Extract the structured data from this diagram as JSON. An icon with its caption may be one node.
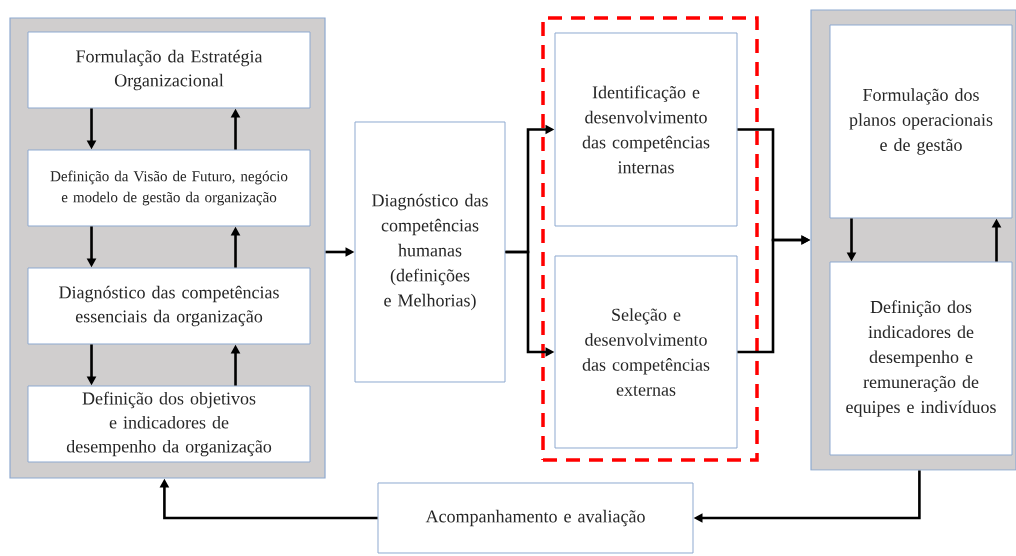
{
  "diagram": {
    "nodes": [
      {
        "text": [],
        "shape": "box"
      },
      {
        "text": [
          "Formulação da Estratégia Organizacional"
        ],
        "in": 0
      },
      {
        "text": [
          "Definição da Visão de Futuro, negócio e modelo de gestão da organização"
        ],
        "in": 0
      },
      {
        "text": [
          "Diagnóstico das competências essenciais da organização"
        ],
        "in": 0
      },
      {
        "text": [
          "Definição dos objetivos e indicadores de desempenho da organização"
        ],
        "in": 0
      },
      {
        "text": [
          "Diagnóstico das competências humanas (definições e Melhorias)"
        ]
      },
      {
        "text": [],
        "shape": "box"
      },
      {
        "text": [
          "Identificação e desenvolvimento das competências internas"
        ],
        "in": 6
      },
      {
        "text": [
          "Seleção e desenvolvimento das competências externas"
        ],
        "in": 6
      },
      {
        "text": [],
        "shape": "box"
      },
      {
        "text": [
          "Formulação dos planos operacionais e de gestão"
        ],
        "in": 9
      },
      {
        "text": [
          "Definição dos indicadores de desempenho e remuneração de equipes e indivíduos"
        ],
        "in": 9
      },
      {
        "text": [
          "Acompanhamento e avaliação"
        ]
      }
    ],
    "edges": [
      {
        "from": 1,
        "to": 2,
        "arrow": "to"
      },
      {
        "from": 2,
        "to": 1,
        "arrow": "to"
      },
      {
        "from": 2,
        "to": 3,
        "arrow": "to"
      },
      {
        "from": 3,
        "to": 2,
        "arrow": "to"
      },
      {
        "from": 3,
        "to": 4,
        "arrow": "to"
      },
      {
        "from": 4,
        "to": 3,
        "arrow": "to"
      },
      {
        "from": 0,
        "to": 5,
        "arrow": "to"
      },
      {
        "from": 5,
        "to": 7,
        "arrow": "to"
      },
      {
        "from": 5,
        "to": 8,
        "arrow": "to"
      },
      {
        "from": 7,
        "to": 9,
        "arrow": "to"
      },
      {
        "from": 8,
        "to": 9,
        "arrow": "to"
      },
      {
        "from": 10,
        "to": 11,
        "arrow": "to"
      },
      {
        "from": 11,
        "to": 10,
        "arrow": "to"
      },
      {
        "from": 9,
        "to": 12,
        "arrow": "to"
      },
      {
        "from": 12,
        "to": 0,
        "arrow": "to"
      }
    ]
  }
}
